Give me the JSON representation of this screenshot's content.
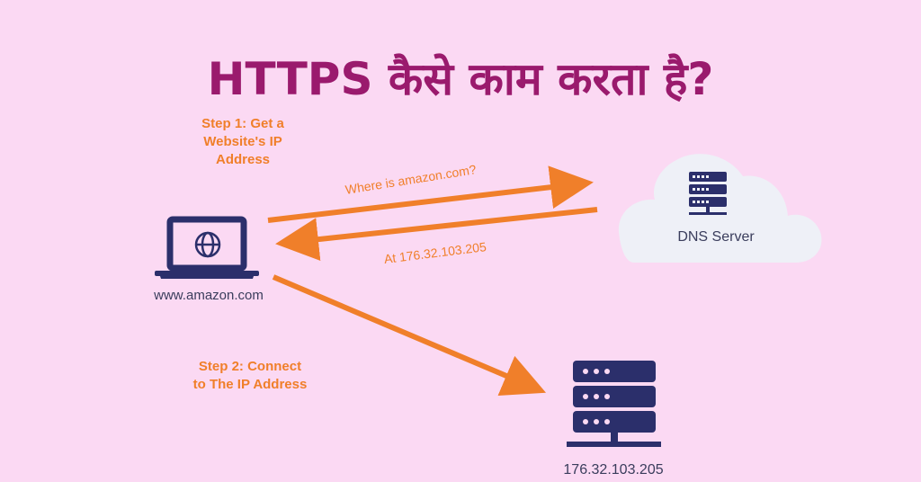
{
  "title": "HTTPS कैसे काम करता है?",
  "steps": {
    "step1": [
      "Step 1: Get a",
      "Website's IP",
      "Address"
    ],
    "step2": [
      "Step 2: Connect",
      "to The IP Address"
    ]
  },
  "nodes": {
    "laptop": "www.amazon.com",
    "dns": "DNS Server",
    "server": "176.32.103.205"
  },
  "arrows": {
    "query": "Where  is amazon.com?",
    "answer": "At 176.32.103.205"
  },
  "colors": {
    "background": "#fbd9f3",
    "title": "#9a1a6d",
    "accent": "#f07f2a",
    "icon": "#2b2f6b",
    "cloud": "#eef0f7"
  }
}
